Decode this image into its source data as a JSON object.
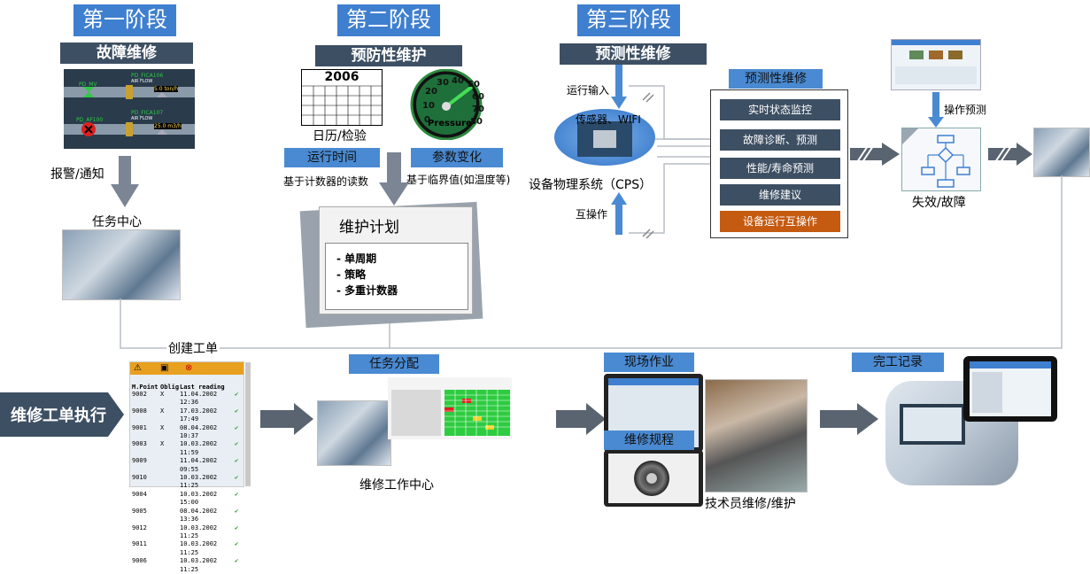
{
  "stages": {
    "s1": {
      "title": "第一阶段",
      "subtitle": "故障维修"
    },
    "s2": {
      "title": "第二阶段",
      "subtitle": "预防性维护"
    },
    "s3": {
      "title": "第三阶段",
      "subtitle": "预测性维修"
    }
  },
  "s1": {
    "scada_tags": [
      "PD_MV",
      "PD_FICA106",
      "AIR FLOW",
      "5.0 ton/h",
      "PD_AF100",
      "PD_FICA107",
      "AIR FLOW",
      "25.0 m3/h"
    ],
    "alarm_label": "报警/通知",
    "task_center": "任务中心"
  },
  "s2": {
    "calendar_year": "2006",
    "calendar_label": "日历/检验",
    "gauge_label": "Pressure",
    "gauge_ticks": [
      "10",
      "20",
      "30",
      "40",
      "50",
      "60",
      "70",
      "80",
      "0"
    ],
    "runtime_box": "运行时间",
    "runtime_desc": "基于计数器的读数",
    "param_box": "参数变化",
    "param_desc": "基于临界值(如温度等)",
    "plan_title": "维护计划",
    "plan_items": [
      "- 单周期",
      "- 策略",
      "- 多重计数器"
    ]
  },
  "s3": {
    "run_input": "运行输入",
    "sensor": "传感器、WIFI",
    "cps": "设备物理系统（CPS）",
    "interop": "互操作",
    "pred_title": "预测性维修",
    "pred_items": [
      "实时状态监控",
      "故障诊断、预测",
      "性能/寿命预测",
      "维修建议",
      "设备运行互操作"
    ],
    "op_predict": "操作预测",
    "failure": "失效/故障"
  },
  "bottom": {
    "create_order": "创建工单",
    "exec_label": "维修工单执行",
    "table_headers": [
      "M.Point",
      "Oblig",
      "Last reading"
    ],
    "table_rows": [
      [
        "9002",
        "X",
        "11.04.2002 12:36"
      ],
      [
        "9008",
        "X",
        "17.03.2002 17:49"
      ],
      [
        "9001",
        "X",
        "08.04.2002 10:37"
      ],
      [
        "9003",
        "X",
        "10.03.2002 11:59"
      ],
      [
        "9009",
        "",
        "11.04.2002 09:55"
      ],
      [
        "9010",
        "",
        "10.03.2002 11:25"
      ],
      [
        "9004",
        "",
        "10.03.2002 15:00"
      ],
      [
        "9005",
        "",
        "08.04.2002 13:36"
      ],
      [
        "9012",
        "",
        "10.03.2002 11:25"
      ],
      [
        "9011",
        "",
        "10.03.2002 11:25"
      ],
      [
        "9006",
        "",
        "10.03.2002 11:25"
      ]
    ],
    "task_assign": "任务分配",
    "work_center": "维修工作中心",
    "field_work": "现场作业",
    "procedure": "维修规程",
    "technician": "技术员维修/维护",
    "completion": "完工记录"
  },
  "colors": {
    "stage_blue": "#3f7fcf",
    "navy": "#3d4f63",
    "orange": "#c55a11",
    "box_blue": "#4a8ad2"
  }
}
